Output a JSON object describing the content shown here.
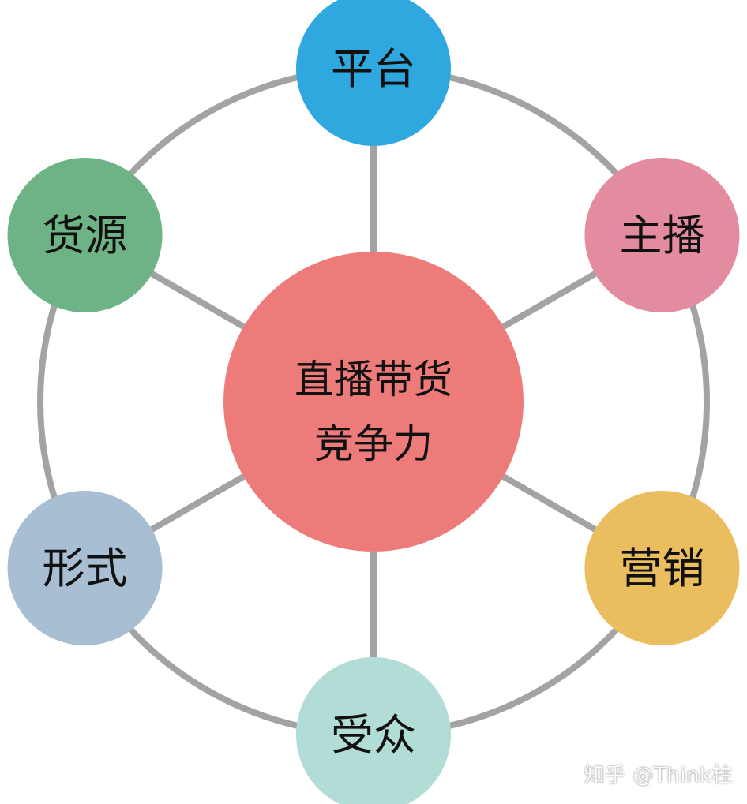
{
  "diagram": {
    "center": {
      "line1": "直播带货",
      "line2": "竞争力",
      "color": "#EC7B7A"
    },
    "nodes": [
      {
        "label": "平台",
        "color": "#2EA8DE"
      },
      {
        "label": "主播",
        "color": "#E38B9F"
      },
      {
        "label": "营销",
        "color": "#EABD5E"
      },
      {
        "label": "受众",
        "color": "#B2DCD6"
      },
      {
        "label": "形式",
        "color": "#A7BED3"
      },
      {
        "label": "货源",
        "color": "#6EB386"
      }
    ],
    "ring_color": "#A3A3A3",
    "spoke_color": "#A3A3A3"
  },
  "watermark": "知乎 @Think柱"
}
